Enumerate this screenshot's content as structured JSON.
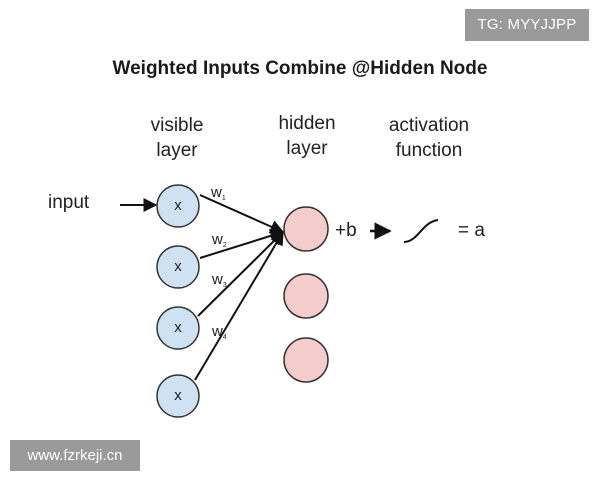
{
  "watermark_top": "TG: MYYJJPP",
  "watermark_bottom": "www.fzrkeji.cn",
  "title": "Weighted Inputs Combine @Hidden Node",
  "labels": {
    "visible_layer": "visible\nlayer",
    "hidden_layer": "hidden\nlayer",
    "activation_function": "activation\nfunction",
    "input": "input",
    "bias": "+b",
    "output": "= a"
  },
  "visible_nodes": [
    {
      "label": "x",
      "color": "#cfe2f3"
    },
    {
      "label": "x",
      "color": "#cfe2f3"
    },
    {
      "label": "x",
      "color": "#cfe2f3"
    },
    {
      "label": "x",
      "color": "#cfe2f3"
    }
  ],
  "hidden_nodes": [
    {
      "color": "#f4cccc"
    },
    {
      "color": "#f4cccc"
    },
    {
      "color": "#f4cccc"
    }
  ],
  "weights": [
    {
      "symbol": "w",
      "index": "1"
    },
    {
      "symbol": "w",
      "index": "2"
    },
    {
      "symbol": "w",
      "index": "3"
    },
    {
      "symbol": "w",
      "index": "4"
    }
  ],
  "icons": [
    "input-arrow-icon",
    "output-arrow-icon",
    "activation-curve-icon"
  ]
}
